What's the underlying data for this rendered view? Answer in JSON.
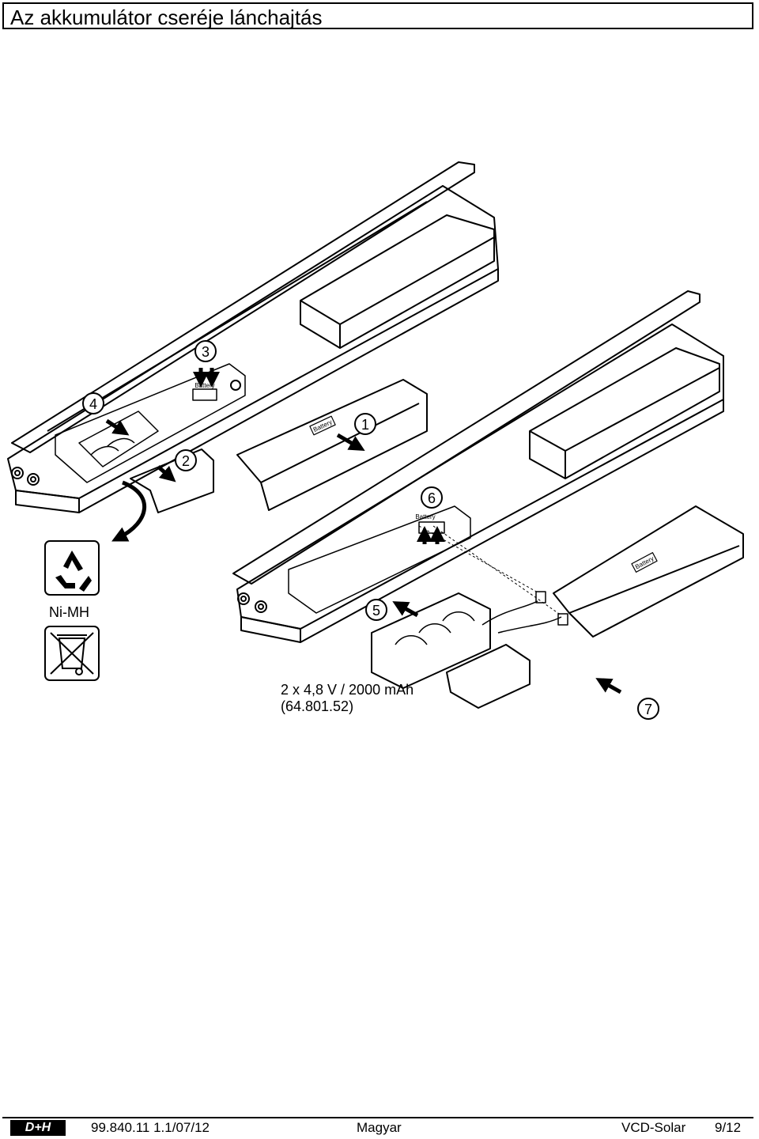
{
  "header": {
    "title": "Az akkumulátor cseréje lánchajtás"
  },
  "steps": [
    "1",
    "2",
    "3",
    "4",
    "5",
    "6",
    "7"
  ],
  "labels": {
    "battery": "Battery",
    "nimh": "Ni-MH"
  },
  "caption": {
    "line1": "2 x 4,8 V / 2000 mAh",
    "line2": "(64.801.52)"
  },
  "footer": {
    "logo": "D+H",
    "doc_number": "99.840.11 1.1/07/12",
    "language": "Magyar",
    "product": "VCD-Solar",
    "page": "9/12"
  }
}
